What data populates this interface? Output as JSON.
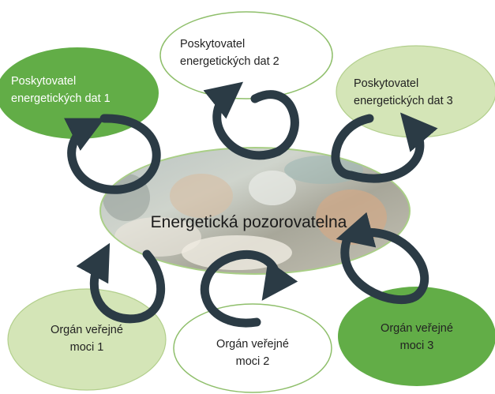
{
  "center": {
    "title": "Energetická pozorovatelna"
  },
  "providers": [
    {
      "line1": "Poskytovatel",
      "line2": "energetických dat 1"
    },
    {
      "line1": "Poskytovatel",
      "line2": "energetických dat 2"
    },
    {
      "line1": "Poskytovatel",
      "line2": "energetických dat 3"
    }
  ],
  "authorities": [
    {
      "line1": "Orgán veřejné",
      "line2": "moci 1"
    },
    {
      "line1": "Orgán veřejné",
      "line2": "moci 2"
    },
    {
      "line1": "Orgán veřejné",
      "line2": "moci 3"
    }
  ],
  "colors": {
    "dark_green": "#62ad47",
    "light_green": "#d4e5b7",
    "white_node": "#ffffff",
    "outline": "#8fbf6b",
    "arrow": "#2b3b45"
  }
}
